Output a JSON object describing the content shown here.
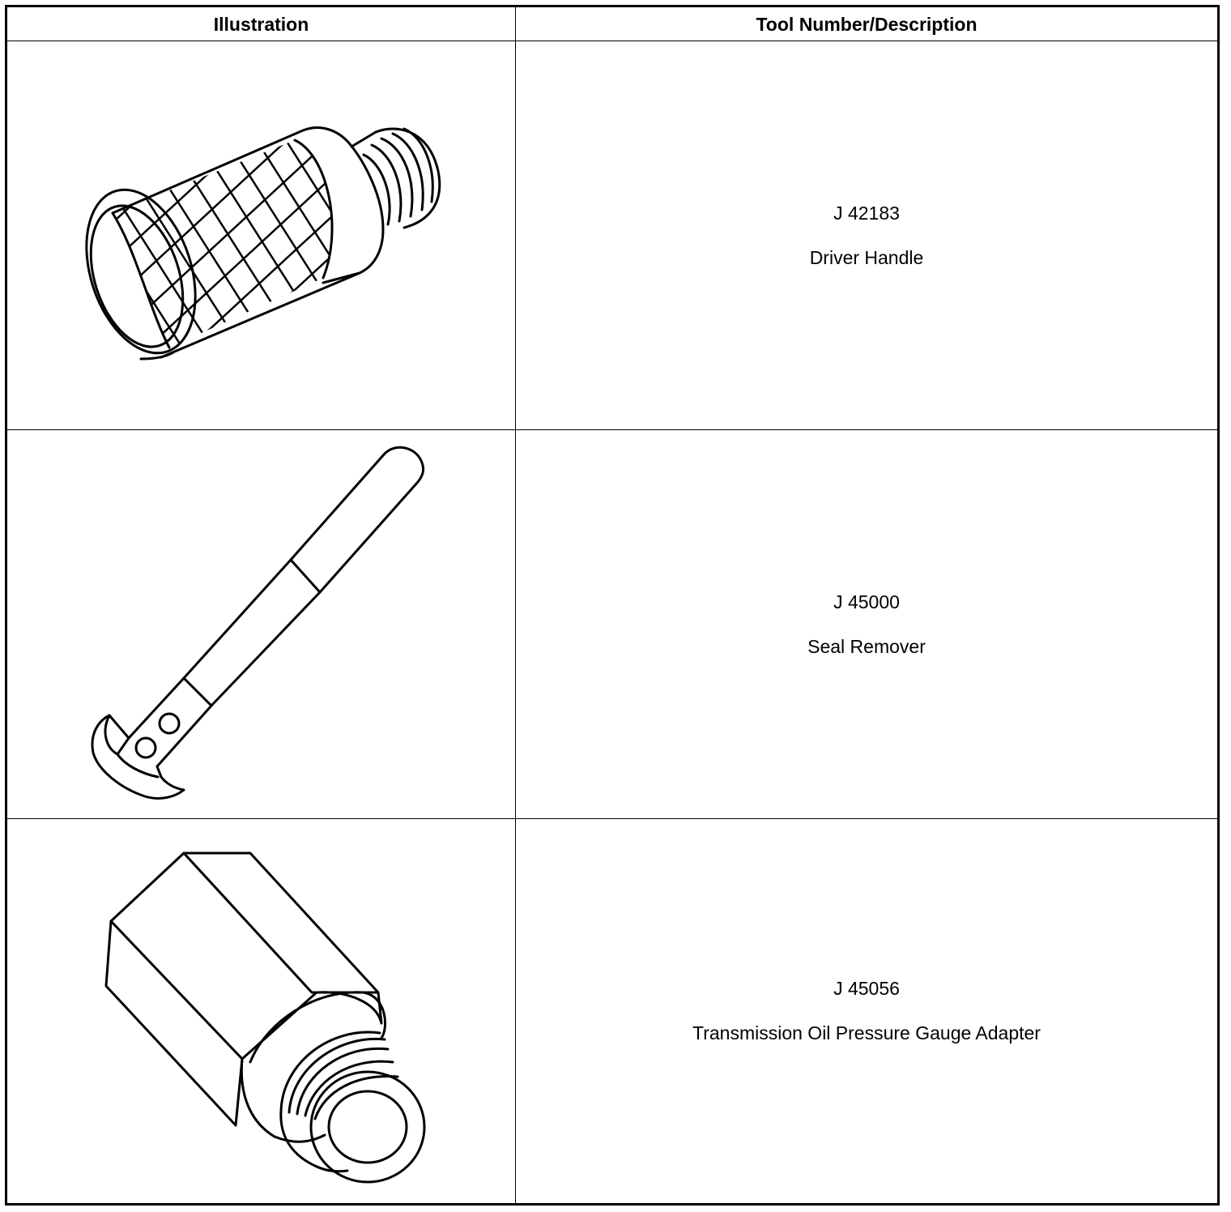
{
  "table": {
    "headers": {
      "illustration": "Illustration",
      "tool": "Tool Number/Description"
    },
    "rows": [
      {
        "tool_number": "J 42183",
        "description": "Driver Handle",
        "illustration_icon": "driver-handle-icon"
      },
      {
        "tool_number": "J 45000",
        "description": "Seal Remover",
        "illustration_icon": "seal-remover-icon"
      },
      {
        "tool_number": "J 45056",
        "description": "Transmission Oil Pressure Gauge Adapter",
        "illustration_icon": "gauge-adapter-icon"
      }
    ]
  }
}
